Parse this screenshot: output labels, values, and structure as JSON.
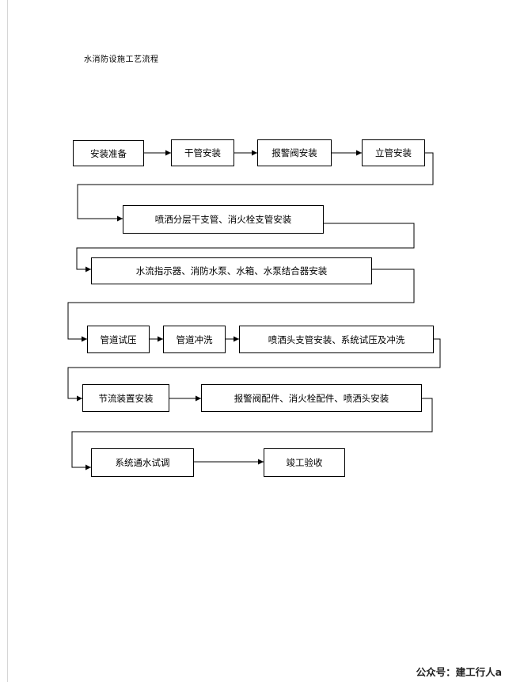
{
  "title": "水消防设施工艺流程",
  "steps": [
    "安装准备",
    "干管安装",
    "报警阀安装",
    "立管安装",
    "喷洒分层干支管、消火栓支管安装",
    "水流指示器、消防水泵、水箱、水泵结合器安装",
    "管道试压",
    "管道冲洗",
    "喷洒头支管安装、系统试压及冲洗",
    "节流装置安装",
    "报警阀配件、消火栓配件、喷洒头安装",
    "系统通水试调",
    "竣工验收"
  ],
  "watermark": "公众号：建工行人a"
}
